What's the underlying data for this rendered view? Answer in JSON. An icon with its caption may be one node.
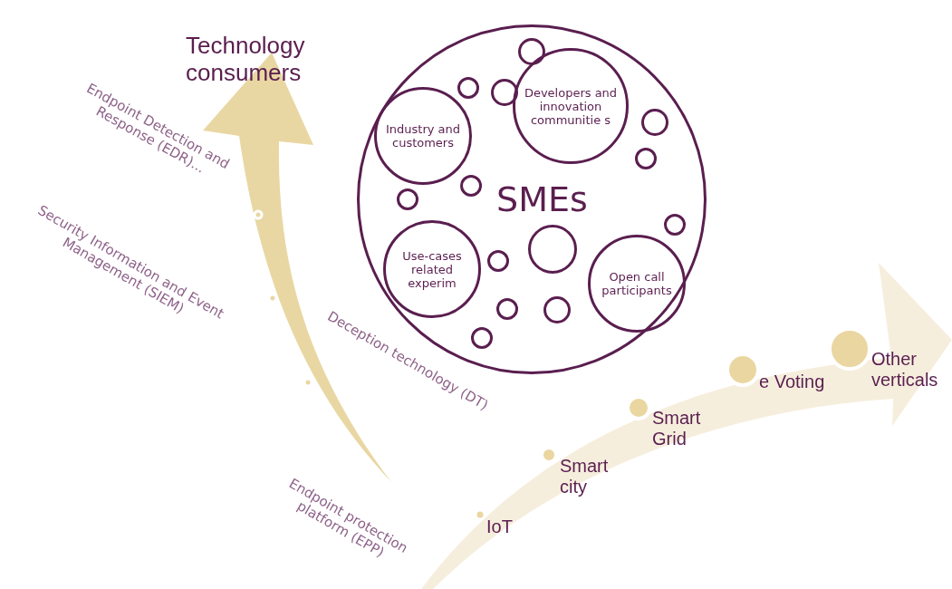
{
  "diagram": {
    "nodes": [
      {
        "text": [
          "SMEs"
        ]
      },
      {
        "text": [
          "Industry and customers"
        ],
        "in": 0
      },
      {
        "text": [
          "Developers and innovation communitie s"
        ],
        "in": 0
      },
      {
        "text": [
          "Use-cases related experim"
        ],
        "in": 0
      },
      {
        "text": [
          "Open call participants"
        ],
        "in": 0
      },
      {
        "text": [],
        "shape": "circle",
        "in": 0
      },
      {
        "text": [],
        "shape": "circle",
        "in": 0
      },
      {
        "text": [],
        "shape": "circle",
        "in": 0
      },
      {
        "text": [],
        "shape": "circle",
        "in": 0
      },
      {
        "text": [],
        "shape": "circle",
        "in": 0
      },
      {
        "text": [],
        "shape": "circle",
        "in": 0
      },
      {
        "text": [],
        "shape": "circle",
        "in": 0
      },
      {
        "text": [],
        "shape": "circle",
        "in": 0
      },
      {
        "text": [],
        "shape": "circle",
        "in": 0
      },
      {
        "text": [],
        "shape": "circle",
        "in": 0
      },
      {
        "text": [],
        "shape": "circle",
        "in": 0
      },
      {
        "text": [],
        "shape": "circle",
        "in": 0
      },
      {
        "text": [],
        "shape": "circle",
        "in": 0
      }
    ],
    "edges": [],
    "labels": [
      "Technology consumers",
      "Endpoint Detection and Response (EDR)...",
      "Security Information and Event Management (SIEM)",
      "Deception technology (DT)",
      "Endpoint protection platform (EPP)",
      "IoT",
      "Smart city",
      "Smart Grid",
      "e Voting",
      "Other verticals"
    ]
  }
}
